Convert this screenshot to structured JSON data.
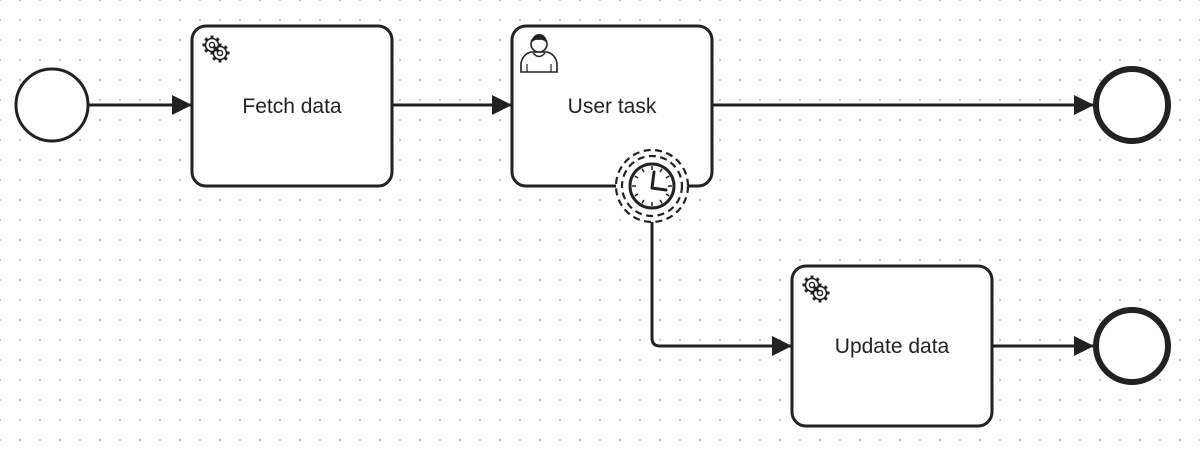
{
  "diagram": {
    "type": "bpmn-process",
    "colors": {
      "stroke": "#222222",
      "fill": "#ffffff",
      "grid_dot": "#c8c8c8"
    },
    "elements": {
      "start_event": {
        "kind": "start-event"
      },
      "fetch_task": {
        "kind": "service-task",
        "icon": "gear-icon",
        "label": "Fetch data"
      },
      "user_task": {
        "kind": "user-task",
        "icon": "user-icon",
        "label": "User task"
      },
      "timer_event": {
        "kind": "boundary-timer-event",
        "attached_to": "user_task",
        "interrupting": false,
        "icon": "clock-icon"
      },
      "update_task": {
        "kind": "service-task",
        "icon": "gear-icon",
        "label": "Update data"
      },
      "end_event_1": {
        "kind": "end-event"
      },
      "end_event_2": {
        "kind": "end-event"
      }
    },
    "flows": [
      {
        "from": "start_event",
        "to": "fetch_task"
      },
      {
        "from": "fetch_task",
        "to": "user_task"
      },
      {
        "from": "user_task",
        "to": "end_event_1"
      },
      {
        "from": "timer_event",
        "to": "update_task"
      },
      {
        "from": "update_task",
        "to": "end_event_2"
      }
    ]
  }
}
